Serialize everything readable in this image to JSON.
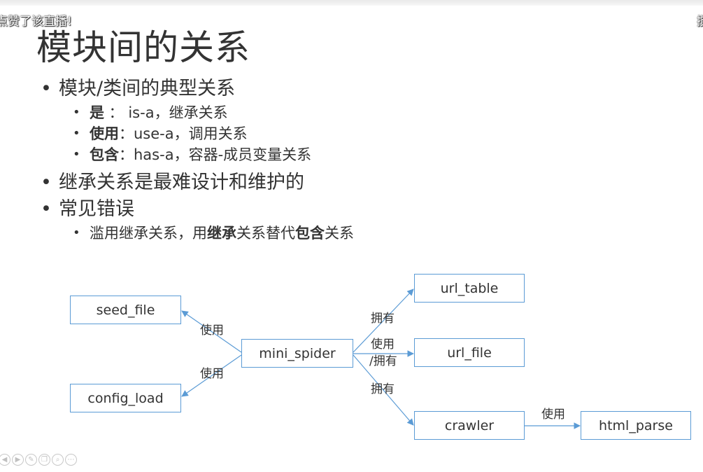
{
  "overlay": {
    "left_text": "点赞了该直播!",
    "right_text": "搅"
  },
  "slide": {
    "title": "模块间的关系",
    "bullets": {
      "b1": "模块/类间的典型关系",
      "b1_sub1_bold": "是",
      "b1_sub1_rest": " ：  is-a，继承关系",
      "b1_sub2_bold": "使用",
      "b1_sub2_rest": "：use-a，调用关系",
      "b1_sub3_bold": "包含",
      "b1_sub3_rest": "：has-a，容器-成员变量关系",
      "b2": "继承关系是最难设计和维护的",
      "b3": "常见错误",
      "b3_sub1_a": "滥用继承关系，用",
      "b3_sub1_b": "继承",
      "b3_sub1_c": "关系替代",
      "b3_sub1_d": "包含",
      "b3_sub1_e": "关系"
    }
  },
  "diagram": {
    "nodes": {
      "seed_file": "seed_file",
      "config_load": "config_load",
      "mini_spider": "mini_spider",
      "url_table": "url_table",
      "url_file": "url_file",
      "crawler": "crawler",
      "html_parse": "html_parse"
    },
    "edge_labels": {
      "to_seed_file": "使用",
      "to_config_load": "使用",
      "to_url_table": "拥有",
      "to_url_file_1": "使用",
      "to_url_file_2": "/拥有",
      "to_crawler": "拥有",
      "crawler_to_html_parse": "使用"
    },
    "line_color": "#5b9bd5"
  },
  "player_controls": [
    "back-icon",
    "forward-icon",
    "pen-icon",
    "copy-icon",
    "zoom-icon",
    "more-icon"
  ]
}
